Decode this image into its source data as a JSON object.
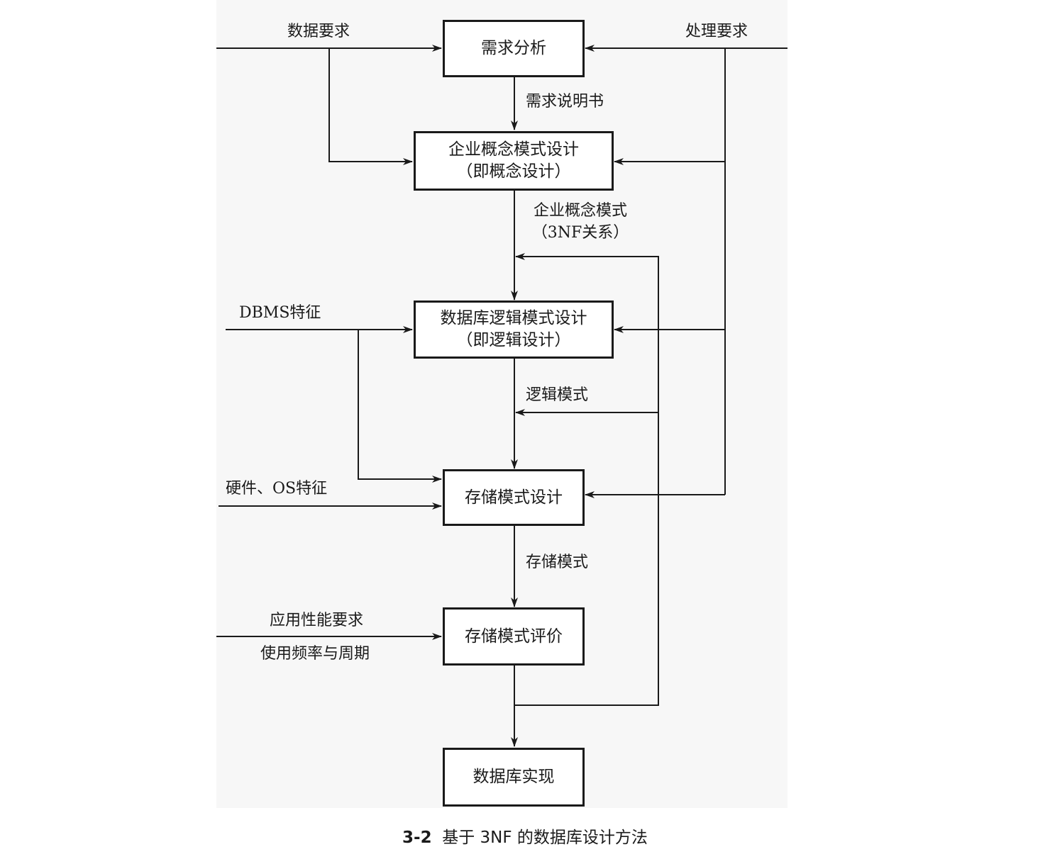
{
  "inputs": {
    "data_requirements": "数据要求",
    "processing_requirements": "处理要求",
    "dbms_features": "DBMS特征",
    "hardware_os_features": "硬件、OS特征",
    "app_performance_requirements": "应用性能要求",
    "usage_frequency_cycle": "使用频率与周期"
  },
  "steps": {
    "requirements_analysis": "需求分析",
    "conceptual_design_line1": "企业概念模式设计",
    "conceptual_design_line2": "（即概念设计）",
    "logical_design_line1": "数据库逻辑模式设计",
    "logical_design_line2": "（即逻辑设计）",
    "storage_design": "存储模式设计",
    "storage_evaluation": "存储模式评价",
    "db_implementation": "数据库实现"
  },
  "flows": {
    "requirements_spec": "需求说明书",
    "enterprise_schema_line1": "企业概念模式",
    "enterprise_schema_line2": "（3NF关系）",
    "logical_schema": "逻辑模式",
    "storage_schema": "存储模式"
  },
  "caption": {
    "number": "3-2",
    "title": "基于 3NF 的数据库设计方法"
  }
}
